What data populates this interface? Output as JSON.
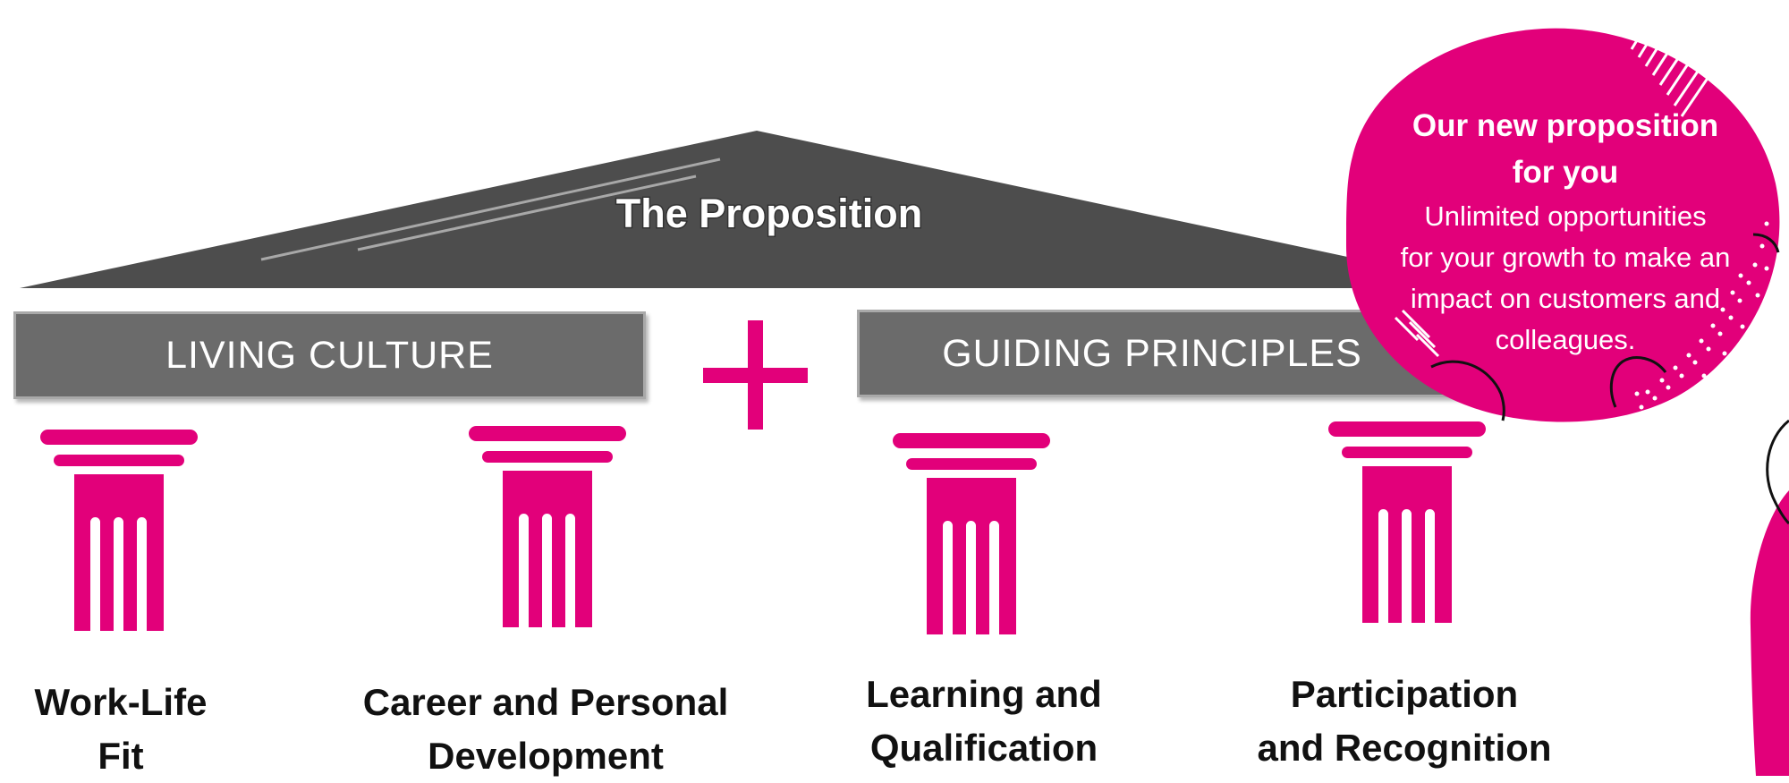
{
  "roof": {
    "title": "The Proposition"
  },
  "bars": {
    "left": "LIVING CULTURE",
    "right": "GUIDING PRINCIPLES"
  },
  "pillars": [
    {
      "label_line1": "Work-Life",
      "label_line2": "Fit"
    },
    {
      "label_line1": "Career and Personal",
      "label_line2": "Development"
    },
    {
      "label_line1": "Learning and",
      "label_line2": "Qualification"
    },
    {
      "label_line1": "Participation",
      "label_line2": "and Recognition"
    }
  ],
  "bubble": {
    "title_line1": "Our new proposition",
    "title_line2": "for you",
    "body_line1": "Unlimited opportunities",
    "body_line2": "for your growth to make an",
    "body_line3": "impact on customers and",
    "body_line4": "colleagues."
  },
  "colors": {
    "magenta": "#e2007a",
    "roof": "#4d4d4d",
    "bar": "#6b6b6b"
  }
}
